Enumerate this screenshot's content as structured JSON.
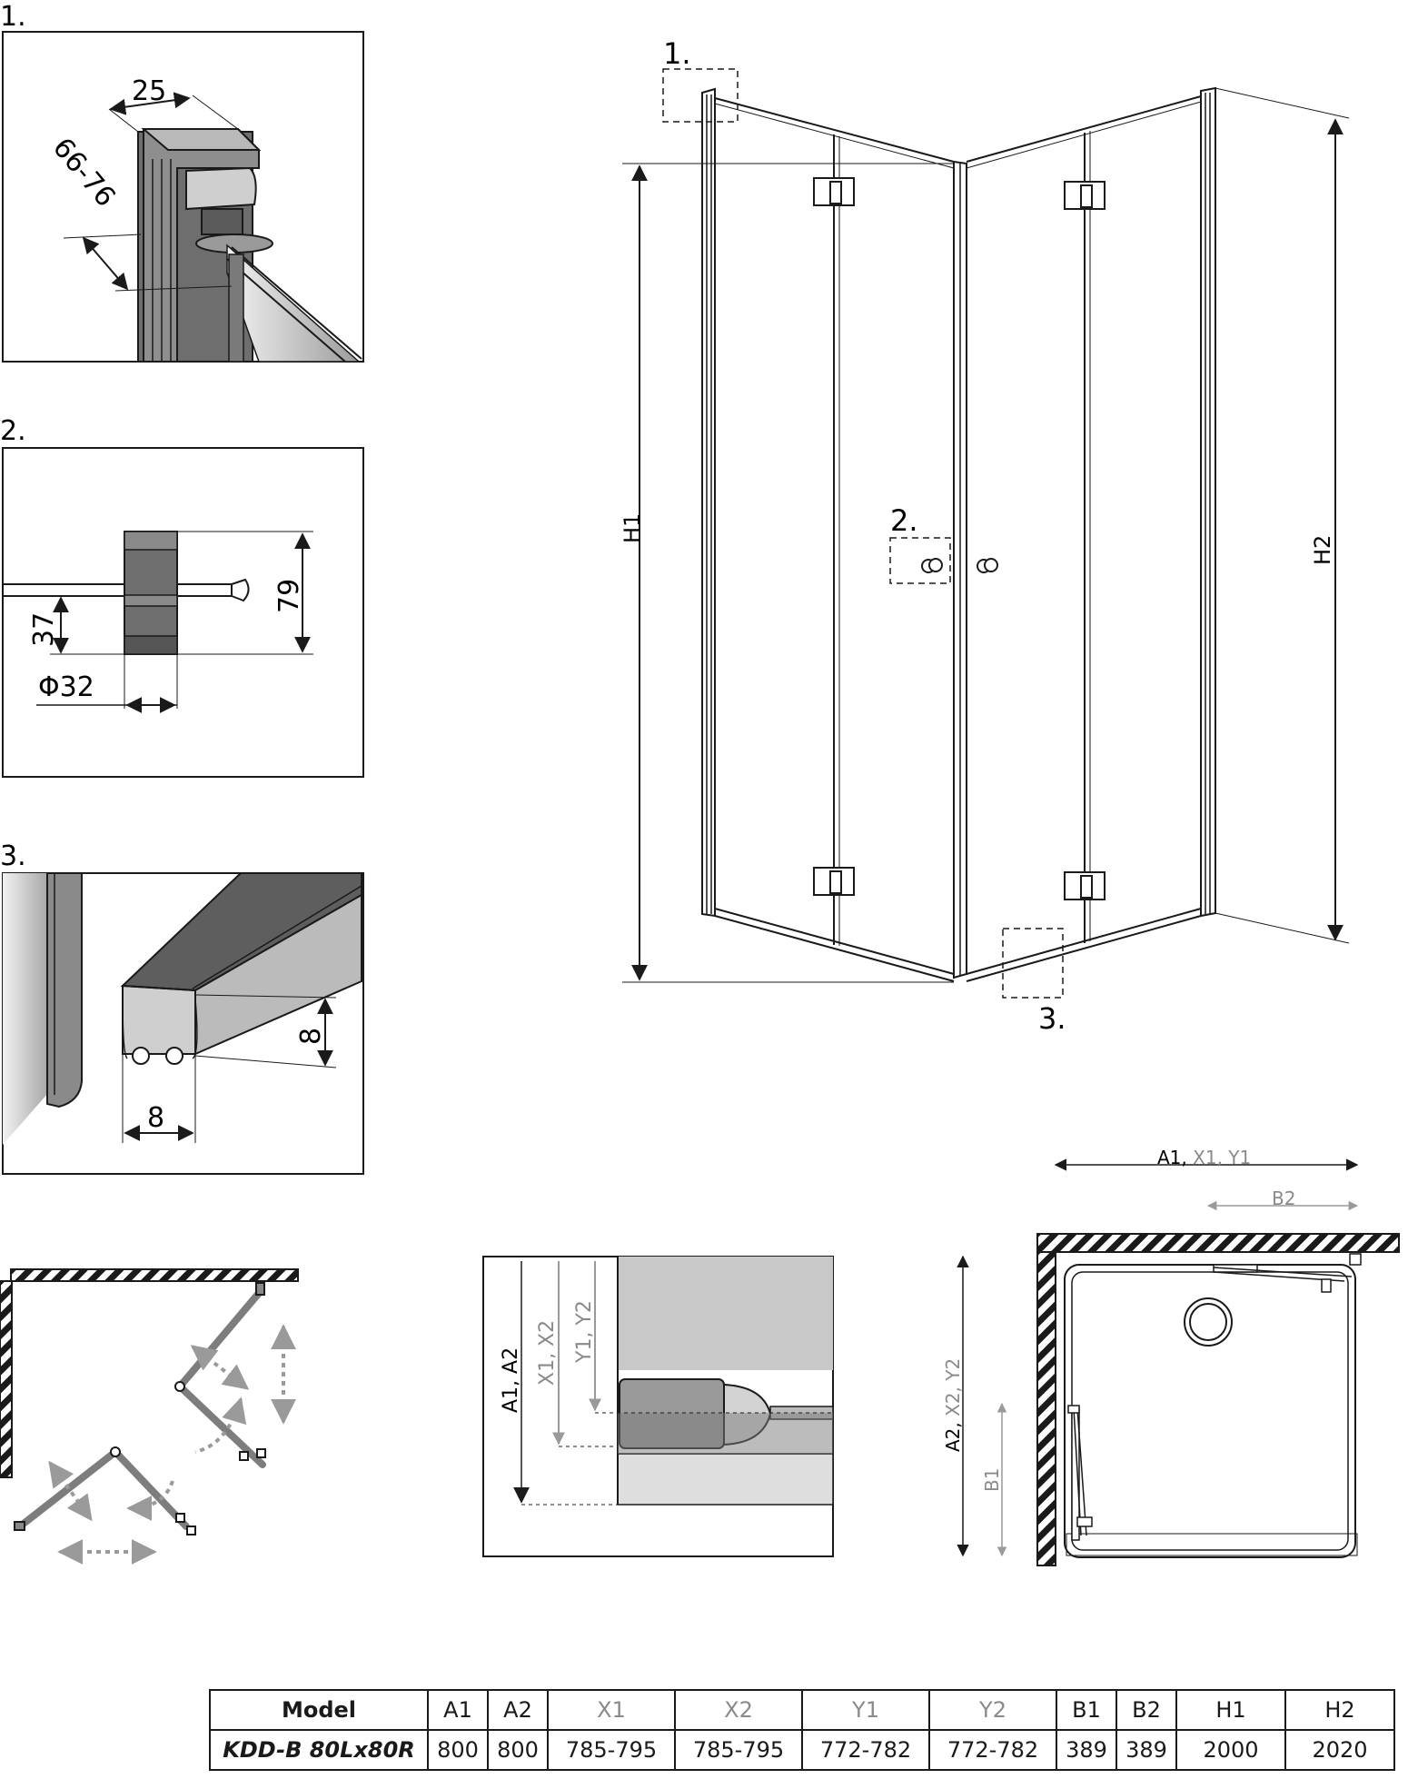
{
  "detail_1": {
    "number": "1.",
    "dim_width": "25",
    "dim_range": "66-76"
  },
  "detail_2": {
    "number": "2.",
    "dim_height": "79",
    "dim_offset": "37",
    "dim_diameter": "Φ32"
  },
  "detail_3": {
    "number": "3.",
    "dim_height": "8",
    "dim_width": "8"
  },
  "elevation": {
    "marker_1": "1.",
    "marker_2": "2.",
    "marker_3": "3.",
    "label_h1": "H1",
    "label_h2": "H2"
  },
  "section": {
    "label_a": "A1, A2",
    "label_x": "X1, X2",
    "label_y": "Y1, Y2"
  },
  "plan": {
    "label_top_black": "A1,",
    "label_top_grey": " X1, Y1",
    "label_b2": "B2",
    "label_side_black": "A2,",
    "label_side_grey": " X2, Y2",
    "label_b1": "B1"
  },
  "table": {
    "headers": [
      "Model",
      "A1",
      "A2",
      "X1",
      "X2",
      "Y1",
      "Y2",
      "B1",
      "B2",
      "H1",
      "H2"
    ],
    "grey_columns": [
      "X1",
      "X2",
      "Y1",
      "Y2"
    ],
    "row": [
      "KDD-B 80Lx80R",
      "800",
      "800",
      "785-795",
      "785-795",
      "772-782",
      "772-782",
      "389",
      "389",
      "2000",
      "2020"
    ]
  },
  "colors": {
    "line": "#1a1a1a",
    "grey_label": "#8a8a8a",
    "profile": "#6b6b6b",
    "arrow": "#9a9a9a"
  }
}
